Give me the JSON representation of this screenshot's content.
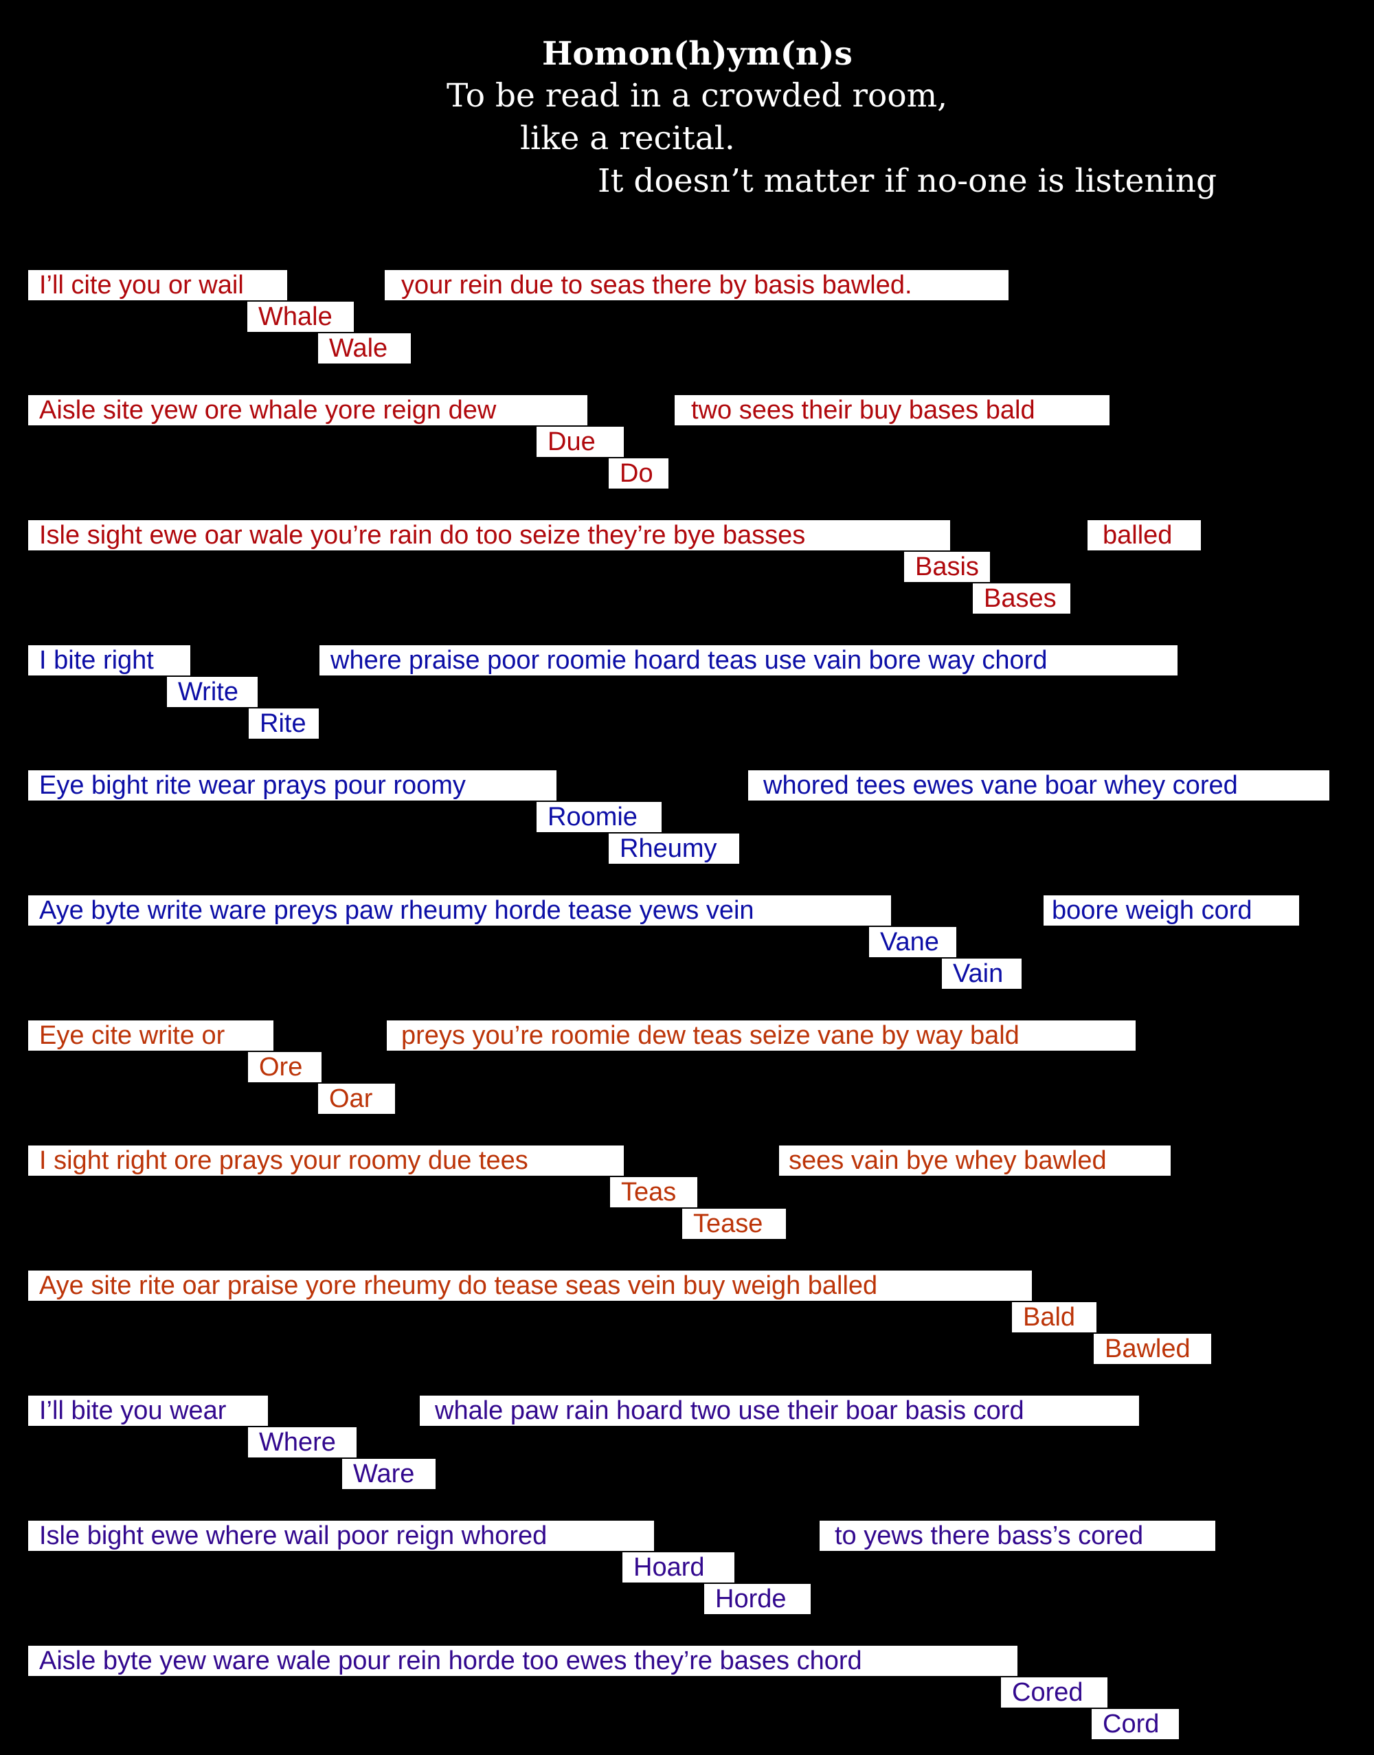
{
  "header": {
    "title": "Homon(h)ym(n)s",
    "line1": "To be read in a crowded room,",
    "line2": "like a recital.",
    "line3": "It doesn’t matter if no-one is listening"
  },
  "colors": {
    "red": "#b0080c",
    "blue": "#0c0ea6",
    "orange": "#bc3408",
    "purple": "#32088e",
    "background": "#000000"
  },
  "stanzas": [
    {
      "main": [
        "I’ll cite you or wail",
        "your rein due to seas there by basis bawled."
      ],
      "alts": [
        "Whale",
        "Wale"
      ]
    },
    {
      "main": [
        "Aisle site yew ore whale yore reign dew",
        "two sees their buy bases bald"
      ],
      "alts": [
        "Due",
        "Do"
      ]
    },
    {
      "main": [
        "Isle sight ewe oar wale you’re rain do too seize they’re bye basses",
        "balled"
      ],
      "alts": [
        "Basis",
        "Bases"
      ]
    },
    {
      "main": [
        "I bite right",
        "where praise poor roomie hoard teas use vain bore way chord"
      ],
      "alts": [
        "Write",
        "Rite"
      ]
    },
    {
      "main": [
        "Eye bight rite wear prays pour roomy",
        "whored tees ewes vane boar whey cored"
      ],
      "alts": [
        "Roomie",
        "Rheumy"
      ]
    },
    {
      "main": [
        "Aye byte write ware preys paw rheumy horde tease yews vein",
        "boore weigh cord"
      ],
      "alts": [
        "Vane",
        "Vain"
      ]
    },
    {
      "main": [
        "Eye cite write or",
        "preys you’re roomie dew teas seize vane by way bald"
      ],
      "alts": [
        "Ore",
        "Oar"
      ]
    },
    {
      "main": [
        "I sight right ore prays your roomy due tees",
        "sees vain bye whey bawled"
      ],
      "alts": [
        "Teas",
        "Tease"
      ]
    },
    {
      "main": [
        "Aye site rite oar praise yore rheumy do tease seas vein buy weigh balled"
      ],
      "alts": [
        "Bald",
        "Bawled"
      ]
    },
    {
      "main": [
        "I’ll bite you wear",
        "whale paw rain hoard two use their boar basis cord"
      ],
      "alts": [
        "Where",
        "Ware"
      ]
    },
    {
      "main": [
        "Isle bight ewe where wail poor reign whored",
        "to yews there bass’s cored"
      ],
      "alts": [
        "Hoard",
        "Horde"
      ]
    },
    {
      "main": [
        "Aisle byte yew ware wale pour rein horde too ewes they’re bases chord"
      ],
      "alts": [
        "Cored",
        "Cord"
      ]
    }
  ]
}
